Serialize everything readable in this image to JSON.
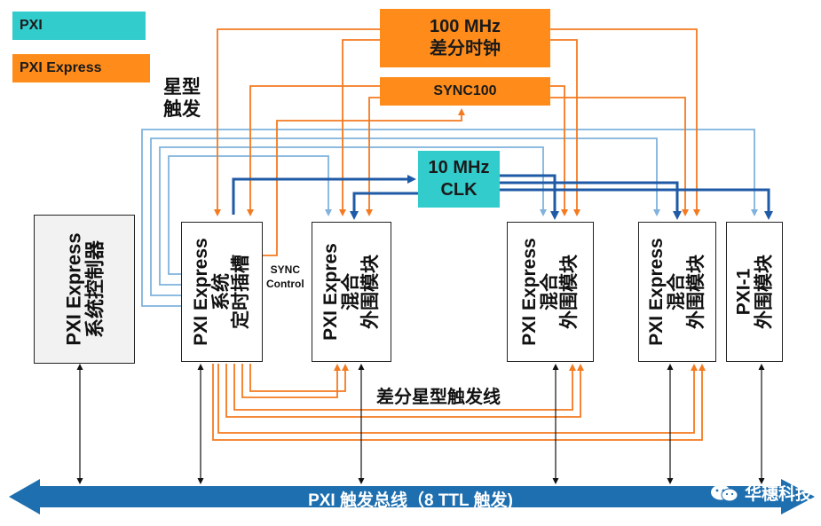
{
  "legend": {
    "pxi": "PXI",
    "pxi_express": "PXI Express"
  },
  "colors": {
    "pxi": "#33cccc",
    "pxi_express": "#ff8c1a",
    "orange_line": "#f47a20",
    "light_blue_line": "#7fb2dc",
    "dark_blue_line": "#1f5aa6",
    "bus": "#1e6fb0"
  },
  "clock_100mhz": {
    "line1": "100 MHz",
    "line2": "差分时钟"
  },
  "sync100": "SYNC100",
  "clk_10mhz": {
    "line1": "10 MHz",
    "line2": "CLK"
  },
  "star_trigger_label": {
    "line1": "星型",
    "line2": "触发"
  },
  "sync_control": {
    "line1": "SYNC",
    "line2": "Control"
  },
  "diff_star_trigger": "差分星型触发线",
  "modules": {
    "controller": {
      "line1": "PXI Express",
      "line2": "系统控制器"
    },
    "timing_slot": {
      "line1": "PXI Express",
      "line2": "系统",
      "line3": "定时插槽"
    },
    "hybrid_1": {
      "line1": "PXI Expres",
      "line2": "混合",
      "line3": "外围模块"
    },
    "hybrid_2": {
      "line1": "PXI Express",
      "line2": "混合",
      "line3": "外围模块"
    },
    "hybrid_3": {
      "line1": "PXI Express",
      "line2": "混合",
      "line3": "外围模块"
    },
    "pxi1": {
      "line1": "PXI-1",
      "line2": "外围模块"
    }
  },
  "trigger_bus": "PXI 触发总线（8 TTL 触发)",
  "watermark": "华穗科技",
  "icons": {
    "wechat": "wechat-icon"
  }
}
